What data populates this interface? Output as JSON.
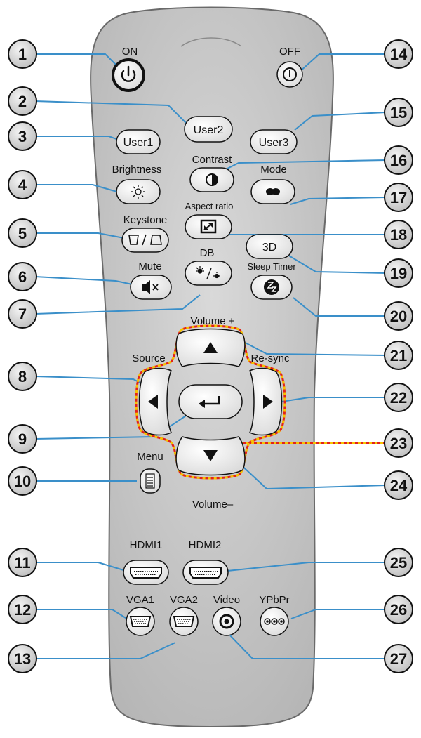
{
  "labels": {
    "on": "ON",
    "off": "OFF",
    "contrast": "Contrast",
    "brightness": "Brightness",
    "mode": "Mode",
    "aspect_ratio": "Aspect ratio",
    "keystone": "Keystone",
    "db": "DB",
    "mute": "Mute",
    "sleep_timer": "Sleep Timer",
    "volume_plus": "Volume +",
    "source": "Source",
    "re_sync": "Re-sync",
    "menu": "Menu",
    "volume_minus": "Volume–",
    "hdmi1": "HDMI1",
    "hdmi2": "HDMI2",
    "vga1": "VGA1",
    "vga2": "VGA2",
    "video": "Video",
    "ypbpr": "YPbPr"
  },
  "buttons": {
    "user1": "User1",
    "user2": "User2",
    "user3": "User3",
    "three_d": "3D"
  },
  "callouts": {
    "n1": "1",
    "n2": "2",
    "n3": "3",
    "n4": "4",
    "n5": "5",
    "n6": "6",
    "n7": "7",
    "n8": "8",
    "n9": "9",
    "n10": "10",
    "n11": "11",
    "n12": "12",
    "n13": "13",
    "n14": "14",
    "n15": "15",
    "n16": "16",
    "n17": "17",
    "n18": "18",
    "n19": "19",
    "n20": "20",
    "n21": "21",
    "n22": "22",
    "n23": "23",
    "n24": "24",
    "n25": "25",
    "n26": "26",
    "n27": "27"
  },
  "icons": {
    "power_on": "power-icon",
    "power_off": "power-off-icon",
    "contrast": "contrast-icon",
    "brightness": "sun-icon",
    "mode": "mode-icon",
    "aspect_ratio": "aspect-ratio-icon",
    "keystone": "keystone-icon",
    "db": "dynamic-black-icon",
    "mute": "mute-icon",
    "sleep_timer": "sleep-timer-icon",
    "up": "arrow-up-icon",
    "down": "arrow-down-icon",
    "left": "arrow-left-icon",
    "right": "arrow-right-icon",
    "enter": "enter-icon",
    "menu": "menu-icon",
    "hdmi": "hdmi-port-icon",
    "vga": "vga-port-icon",
    "video": "rca-port-icon",
    "ypbpr": "component-port-icon"
  },
  "colors": {
    "callout_line": "#3a8fc9",
    "remote_body": "#c9c9c9",
    "remote_outline": "#6a6a6a",
    "nav_outline": "#e2231a",
    "nav_dash": "#f6c400"
  }
}
